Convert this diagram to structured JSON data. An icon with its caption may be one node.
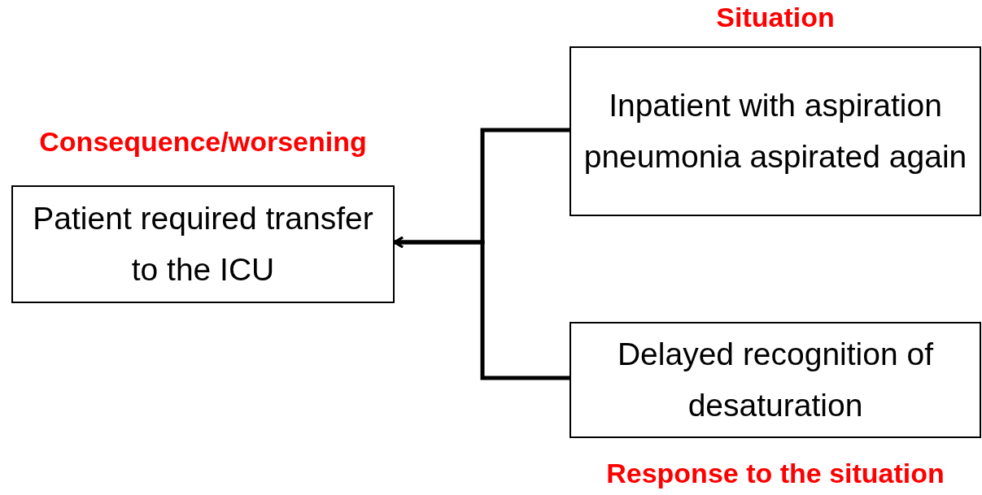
{
  "diagram": {
    "nodes": [
      {
        "text": [
          "Consequence/worsening",
          "Patient required transfer to the ICU"
        ]
      },
      {
        "text": [
          "Situation",
          "Inpatient with aspiration pneumonia aspirated again"
        ]
      },
      {
        "text": [
          "Delayed recognition of desaturation",
          "Response to the situation"
        ]
      }
    ],
    "edges": [
      {
        "from": 1,
        "to": 0,
        "arrow": "to"
      },
      {
        "from": 2,
        "to": 0,
        "arrow": "to"
      }
    ]
  }
}
